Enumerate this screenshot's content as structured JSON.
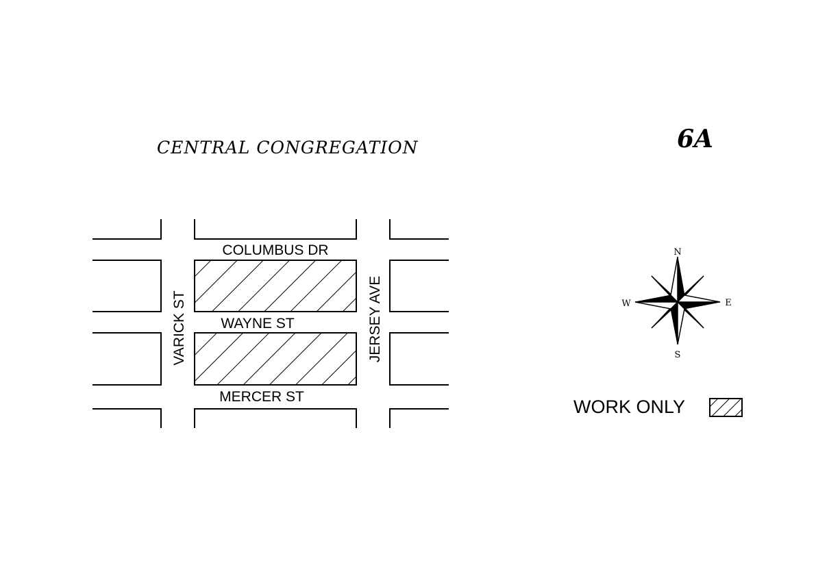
{
  "map": {
    "title": "CENTRAL CONGREGATION",
    "code": "6A",
    "streets": {
      "columbus": "COLUMBUS DR",
      "wayne": "WAYNE ST",
      "mercer": "MERCER ST",
      "varick": "VARICK ST",
      "jersey": "JERSEY AVE"
    },
    "compass": {
      "north": "N",
      "south": "S",
      "east": "E",
      "west": "W"
    },
    "legend": {
      "label": "WORK ONLY"
    },
    "colors": {
      "ink": "#000000",
      "paper": "#ffffff"
    }
  }
}
